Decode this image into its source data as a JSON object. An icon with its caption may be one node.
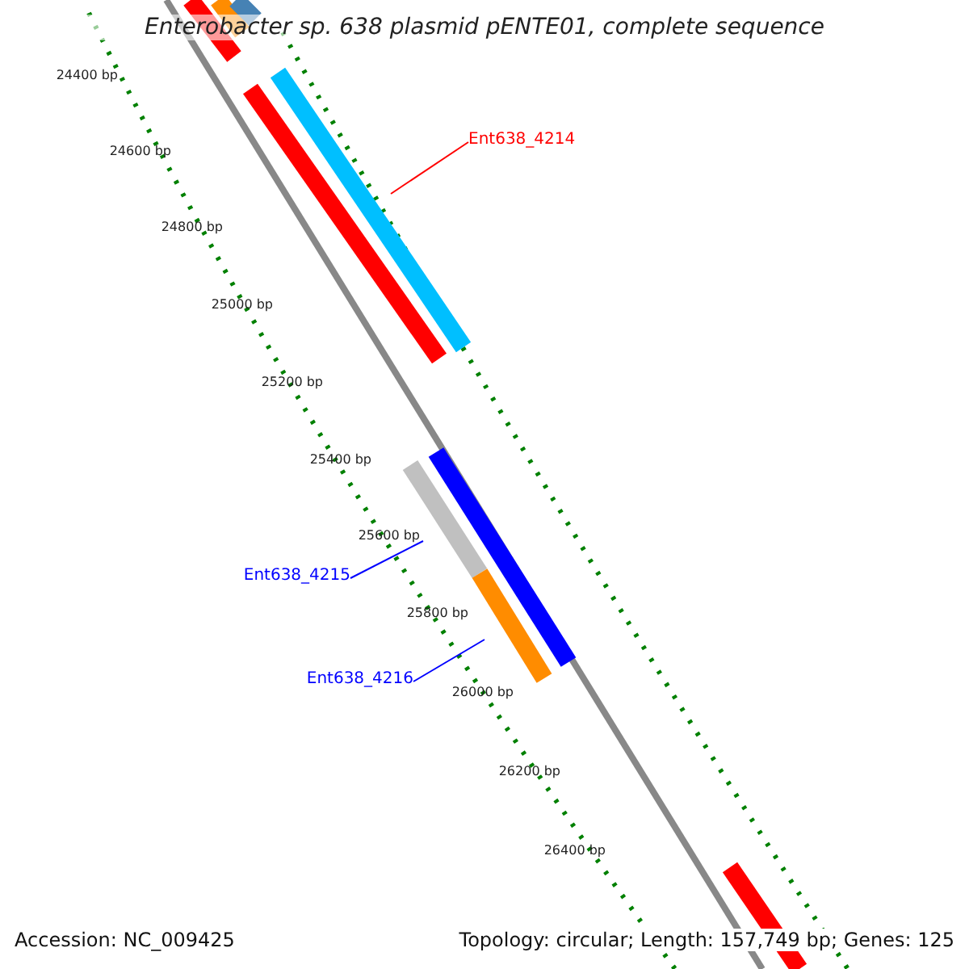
{
  "diagram": {
    "title": "Enterobacter sp. 638 plasmid pENTE01, complete sequence",
    "nodes": [
      {
        "text": [
          "Ent638_4214"
        ]
      },
      {
        "text": [],
        "shape": "bar"
      },
      {
        "text": [
          "Ent638_4215"
        ]
      },
      {
        "text": [],
        "shape": "bar"
      },
      {
        "text": [
          "Ent638_4216"
        ]
      },
      {
        "text": [],
        "shape": "bar"
      }
    ],
    "edges": [
      {
        "from": 0,
        "to": 1,
        "arrow": "none",
        "color": "#ff0000"
      },
      {
        "from": 2,
        "to": 3,
        "arrow": "none",
        "color": "#0000ff"
      },
      {
        "from": 4,
        "to": 5,
        "arrow": "none",
        "color": "#0000ff"
      }
    ],
    "labels": [
      "24400 bp",
      "24600 bp",
      "24800 bp",
      "25000 bp",
      "25200 bp",
      "25400 bp",
      "25600 bp",
      "25800 bp",
      "26000 bp",
      "26200 bp",
      "26400 bp",
      "Accession: NC_009425",
      "Topology: circular; Length: 157,749 bp; Genes: 125"
    ]
  }
}
